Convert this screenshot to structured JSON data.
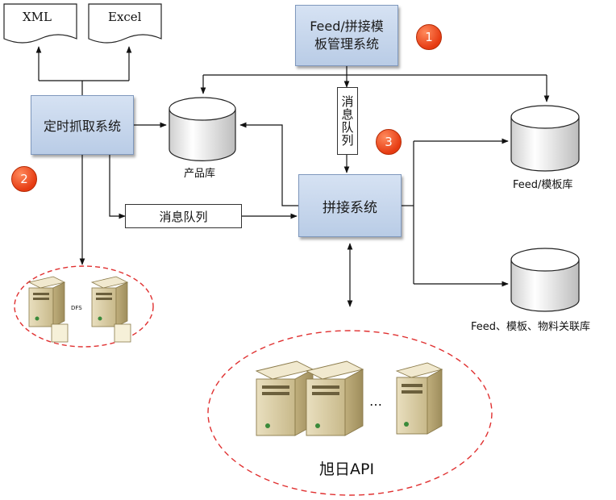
{
  "documents": {
    "xml": "XML",
    "excel": "Excel"
  },
  "boxes": {
    "feed_mgmt_line1": "Feed/拼接模",
    "feed_mgmt_line2": "板管理系统",
    "crawler": "定时抓取系统",
    "assembly": "拼接系统",
    "queue_horizontal": "消息队列",
    "queue_vertical": "消息队列"
  },
  "databases": {
    "product": "产品库",
    "feed_template": "Feed/模板库",
    "relation": "Feed、模板、物料关联库"
  },
  "badges": [
    "1",
    "2",
    "3"
  ],
  "clusters": {
    "dfs_label": "DFS",
    "api_ellipsis": "…",
    "api_label": "旭日API"
  },
  "colors": {
    "box_fill": "#c8d7ee",
    "box_border": "#7f98bd",
    "badge": "#e8431a",
    "dashed_border": "#e03030"
  }
}
